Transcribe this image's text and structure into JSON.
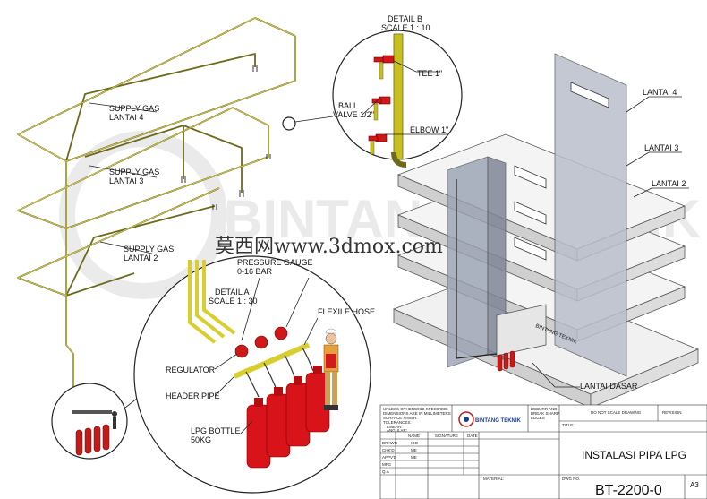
{
  "labels": {
    "supply_gas_lantai4": [
      "SUPPLY GAS",
      "LANTAI 4"
    ],
    "supply_gas_lantai3": [
      "SUPPLY GAS",
      "LANTAI 3"
    ],
    "supply_gas_lantai2": [
      "SUPPLY GAS",
      "LANTAI 2"
    ],
    "detail_b": [
      "DETAIL B",
      "SCALE 1 : 10"
    ],
    "tee": "TEE 1\"",
    "ball_valve": [
      "BALL",
      "VALVE 1/2\""
    ],
    "elbow": "ELBOW 1\"",
    "pressure_gauge": [
      "PRESSURE GAUGE",
      "0-16 BAR"
    ],
    "detail_a": [
      "DETAIL A",
      "SCALE 1 : 30"
    ],
    "flexile_hose": "FLEXILE HOSE",
    "regulator": "REGULATOR",
    "header_pipe": "HEADER PIPE",
    "lpg_bottle": [
      "LPG BOTTLE",
      "50KG"
    ],
    "lantai4": "LANTAI 4",
    "lantai3": "LANTAI 3",
    "lantai2": "LANTAI 2",
    "lantai_dasar": "LANTAI DASAR",
    "building_sign": "BINTANG TEKNIK"
  },
  "watermark": "莫西网www.3dmox.com",
  "title_block": {
    "logo_text": "BINTANG TEKNIK",
    "notes": [
      "UNLESS OTHERWISE SPECIFIED:",
      "DIMENSIONS ARE IN MILLIMETERS",
      "SURFACE FINISH:",
      "TOLERANCES:",
      "LINEAR:",
      "ANGULAR:"
    ],
    "deburr": [
      "DEBURR AND",
      "BREAK SHARP",
      "EDGES"
    ],
    "do_not_scale": "DO NOT SCALE DRAWING",
    "revision": "REVISION",
    "header_cols": [
      "NAME",
      "SIGNATURE",
      "DATE"
    ],
    "rows": [
      {
        "role": "DRAWN",
        "name": "ICO"
      },
      {
        "role": "CHK'D",
        "name": "ME"
      },
      {
        "role": "APPV'D",
        "name": "ME"
      },
      {
        "role": "MFG",
        "name": ""
      },
      {
        "role": "Q.A",
        "name": ""
      }
    ],
    "material": "MATERIAL:",
    "title_label": "TITLE:",
    "title": "INSTALASI PIPA LPG",
    "dwg_label": "DWG NO.",
    "dwg_no": "BT-2200-0",
    "sheet_size": "A3"
  }
}
